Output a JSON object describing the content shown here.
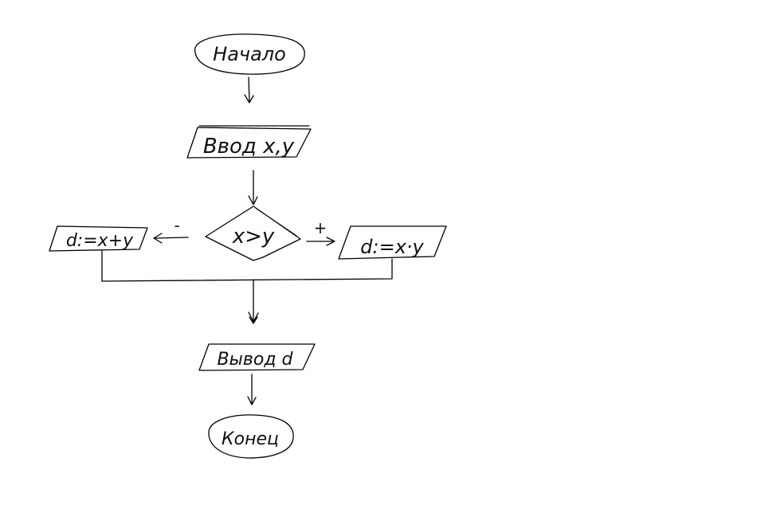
{
  "flowchart": {
    "start": "Начало",
    "input": "Ввод x,y",
    "condition": "x>y",
    "false_label": "-",
    "true_label": "+",
    "false_branch": "d:=x+y",
    "true_branch": "d:=x·y",
    "output": "Вывод d",
    "end": "Конец"
  },
  "colors": {
    "stroke": "#000000",
    "background": "#ffffff"
  }
}
